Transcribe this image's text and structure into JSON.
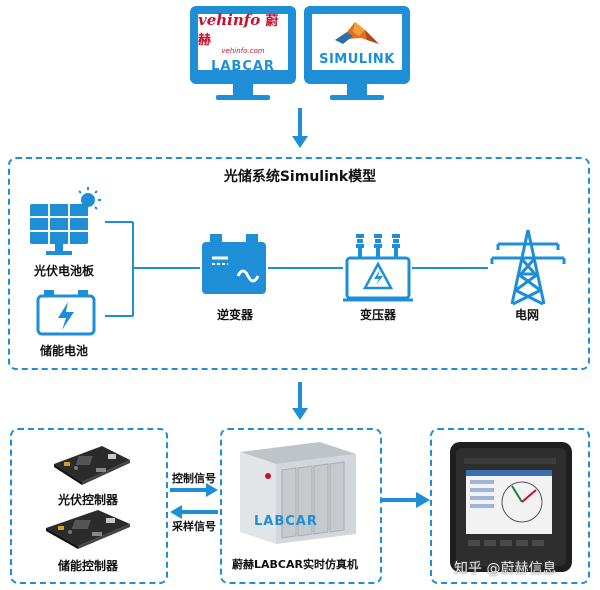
{
  "monitors": {
    "labcar": {
      "logo_text": "vehinfo",
      "logo_cn": "蔚赫",
      "logo_sub": "vehinfo.com",
      "label": "LABCAR"
    },
    "simulink": {
      "label": "SIMULINK"
    }
  },
  "model_box": {
    "title": "光储系统Simulink模型",
    "nodes": {
      "pv_panel": "光伏电池板",
      "storage_battery": "储能电池",
      "inverter": "逆变器",
      "transformer": "变压器",
      "grid": "电网"
    }
  },
  "bottom": {
    "controllers": {
      "pv_controller": "光伏控制器",
      "storage_controller": "储能控制器"
    },
    "signals": {
      "control": "控制信号",
      "sampling": "采样信号"
    },
    "labcar": {
      "case_brand": "LABCAR",
      "label": "蔚赫LABCAR实时仿真机"
    },
    "watermark": "知乎 @蔚赫信息"
  },
  "colors": {
    "accent": "#1e8fd6",
    "dark": "#2a2a2a"
  }
}
